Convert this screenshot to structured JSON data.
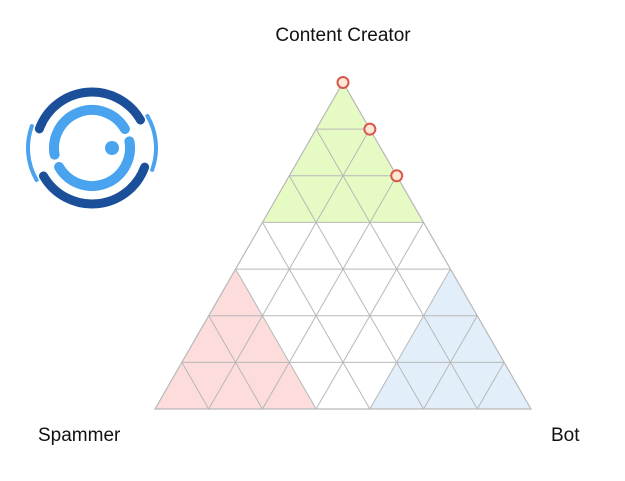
{
  "chart_data": {
    "type": "ternary",
    "divisions": 7,
    "vertices": {
      "top": "Content Creator",
      "left": "Spammer",
      "right": "Bot"
    },
    "regions": [
      {
        "name": "content-creator-region",
        "axis": "cc",
        "min": 0.5714,
        "color": "#e6fbc3"
      },
      {
        "name": "spammer-region",
        "axis": "sp",
        "min": 0.5714,
        "color": "#fddcdc"
      },
      {
        "name": "bot-region",
        "axis": "bot",
        "min": 0.5714,
        "color": "#e2effb"
      }
    ],
    "points": [
      {
        "cc": 1.0,
        "sp": 0.0,
        "bot": 0.0
      },
      {
        "cc": 0.8571,
        "sp": 0.0,
        "bot": 0.1429
      },
      {
        "cc": 0.7143,
        "sp": 0.0,
        "bot": 0.2857
      }
    ],
    "grid_color": "#b8b8b8",
    "marker_stroke": "#d9574a",
    "marker_fill": "#fde8d8"
  },
  "logo": {
    "dark": "#1b4f9a",
    "light": "#4aa3ee"
  }
}
